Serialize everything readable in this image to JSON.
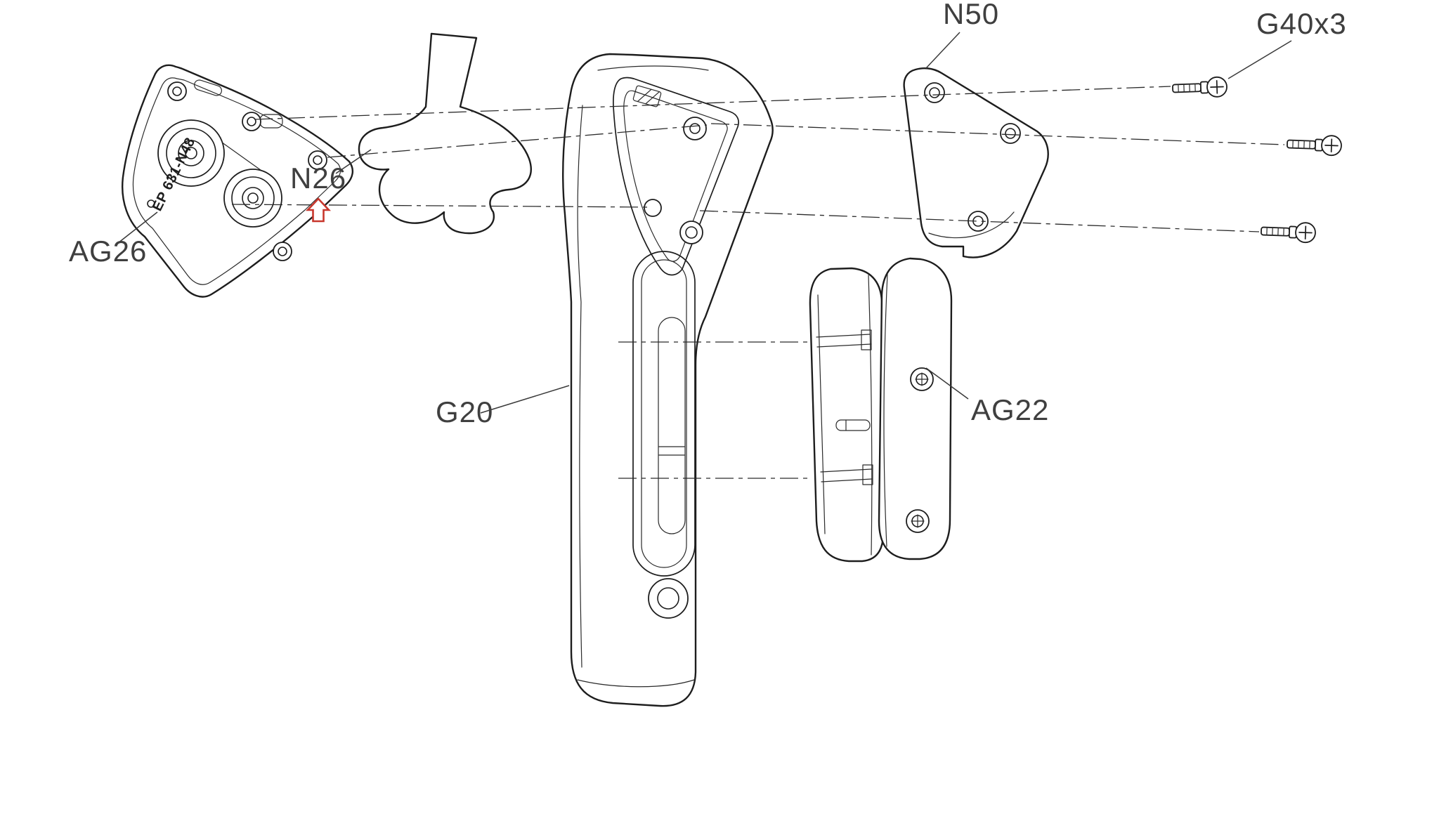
{
  "diagram": {
    "type": "exploded-parts-diagram",
    "labels": {
      "n50": "N50",
      "g40": "G40x3",
      "n26": "N26",
      "ag26": "AG26",
      "g20": "G20",
      "ag22": "AG22"
    },
    "part_marking": "EP 631-N48",
    "colors": {
      "line": "#1d1d1d",
      "label": "#3f3f3f",
      "accent_red": "#c8372d",
      "background": "#ffffff"
    }
  }
}
